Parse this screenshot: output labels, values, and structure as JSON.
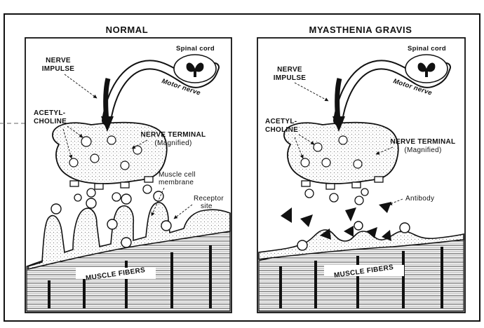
{
  "panels": {
    "normal": {
      "title": "NORMAL",
      "spinal_cord": "Spinal cord",
      "motor_nerve": "Motor nerve",
      "nerve_impulse": [
        "NERVE",
        "IMPULSE"
      ],
      "acetylcholine": [
        "ACETYL-",
        "CHOLINE"
      ],
      "nerve_terminal": [
        "NERVE TERMINAL",
        "(Magnified)"
      ],
      "muscle_cell_membrane": [
        "Muscle cell",
        "membrane"
      ],
      "receptor_site": [
        "Receptor",
        "site"
      ],
      "muscle_fibers": "MUSCLE FIBERS"
    },
    "mg": {
      "title": "MYASTHENIA GRAVIS",
      "spinal_cord": "Spinal cord",
      "motor_nerve": "Motor nerve",
      "nerve_impulse": [
        "NERVE",
        "IMPULSE"
      ],
      "acetylcholine": [
        "ACETYL-",
        "CHOLINE"
      ],
      "nerve_terminal": [
        "NERVE TERMINAL",
        "(Magnified)"
      ],
      "antibody": "Antibody",
      "muscle_fibers": "MUSCLE FIBERS"
    }
  }
}
